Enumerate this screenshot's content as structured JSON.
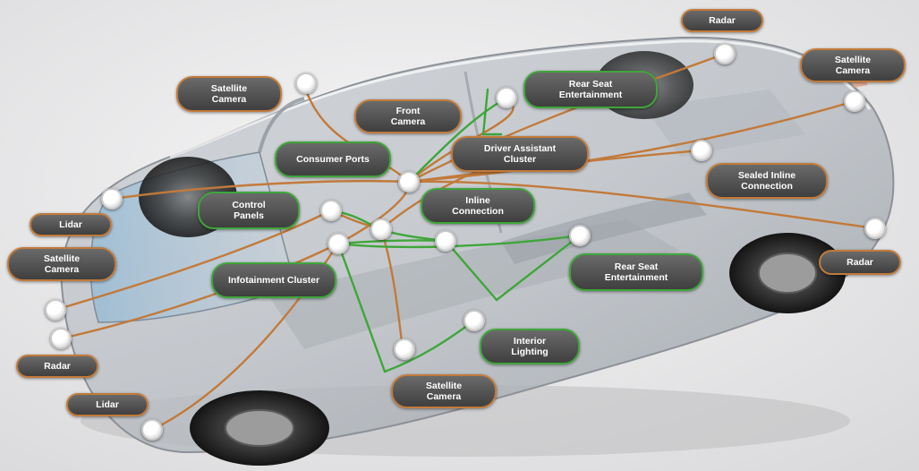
{
  "colors": {
    "orange_wire": "#c27a3a",
    "green_wire": "#3fa63a",
    "callout_fill": "#4d4d4d",
    "callout_text": "#ffffff",
    "background": "#e9e9ea"
  },
  "labels": {
    "radar_top": "Radar",
    "satellite_camera_top_right": "Satellite\nCamera",
    "rear_seat_entertainment_top": "Rear Seat\nEntertainment",
    "satellite_camera_top_left": "Satellite\nCamera",
    "front_camera": "Front\nCamera",
    "driver_assistant_cluster": "Driver Assistant\nCluster",
    "consumer_ports": "Consumer Ports",
    "sealed_inline_connection": "Sealed Inline\nConnection",
    "control_panels": "Control\nPanels",
    "inline_connection": "Inline\nConnection",
    "lidar_left": "Lidar",
    "radar_right": "Radar",
    "satellite_camera_left": "Satellite\nCamera",
    "infotainment_cluster": "Infotainment Cluster",
    "rear_seat_entertainment_bottom": "Rear Seat\nEntertainment",
    "radar_left": "Radar",
    "interior_lighting": "Interior\nLighting",
    "satellite_camera_bottom": "Satellite\nCamera",
    "lidar_bottom": "Lidar"
  }
}
